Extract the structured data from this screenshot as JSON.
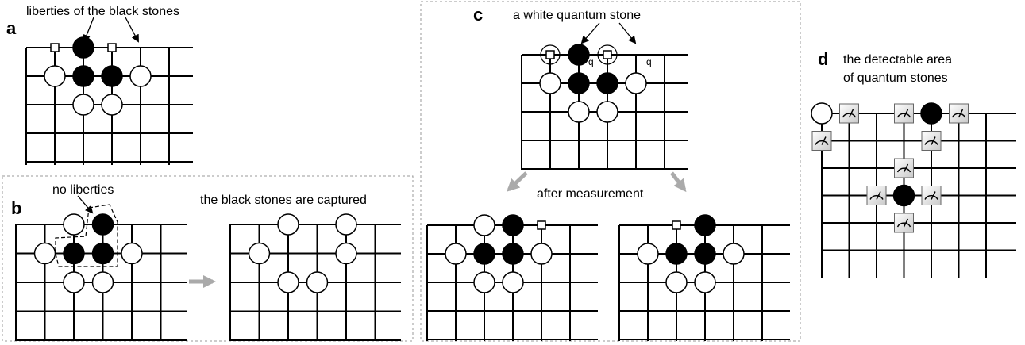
{
  "panel_a": {
    "letter": "a",
    "caption": "liberties of the black stones"
  },
  "panel_b": {
    "letter": "b",
    "caption_no_liberties": "no liberties",
    "caption_captured": "the black stones are captured"
  },
  "panel_c": {
    "letter": "c",
    "caption_quantum": "a white quantum stone",
    "caption_measurement": "after measurement",
    "q_marker": "q"
  },
  "panel_d": {
    "letter": "d",
    "caption_line1": "the detectable area",
    "caption_line2": "of quantum stones"
  },
  "colors": {
    "black_stone": "#000000",
    "white_stone": "#ffffff",
    "panel_border": "#9a9a9a",
    "transition_arrow": "#aaaaaa",
    "measurement_device": "#e0e0e0"
  },
  "icons": [
    "black-stone-icon",
    "white-stone-icon",
    "liberty-marker-icon",
    "quantum-ring-icon",
    "measurement-device-icon"
  ]
}
